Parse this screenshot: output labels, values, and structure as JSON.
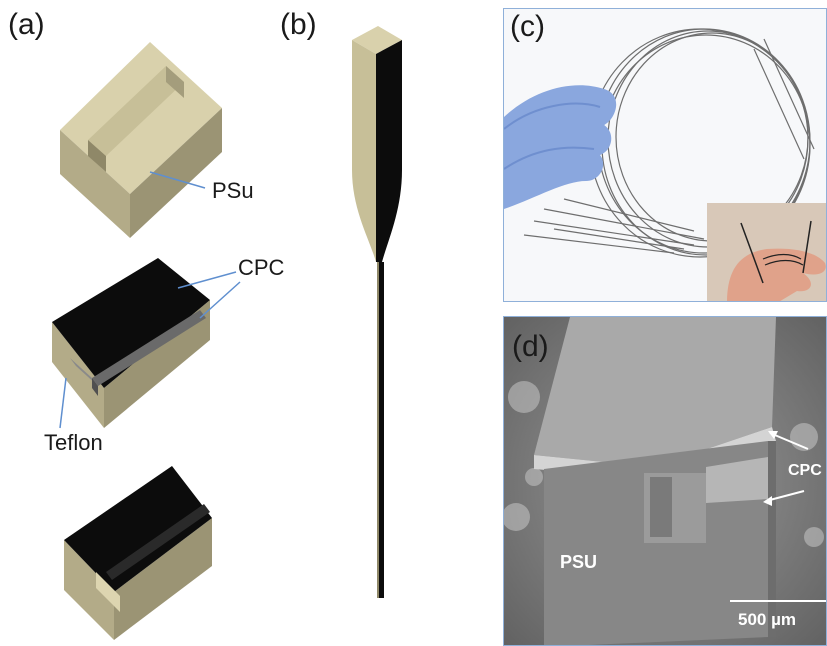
{
  "panels": {
    "a": {
      "label": "(a)",
      "annotations": {
        "psu": "PSu",
        "cpc": "CPC",
        "teflon": "Teflon"
      }
    },
    "b": {
      "label": "(b)"
    },
    "c": {
      "label": "(c)"
    },
    "d": {
      "label": "(d)",
      "annotations": {
        "psu": "PSU",
        "cpc": "CPC"
      },
      "scale_bar": "500 µm"
    }
  },
  "colors": {
    "psu_top": "#d9d1ac",
    "psu_front": "#b3ab88",
    "psu_side": "#9b9474",
    "cpc": "#0c0c0c",
    "teflon": "#6a6a6a",
    "arrow": "#5f8fcf",
    "frame": "#8fb0d9"
  }
}
